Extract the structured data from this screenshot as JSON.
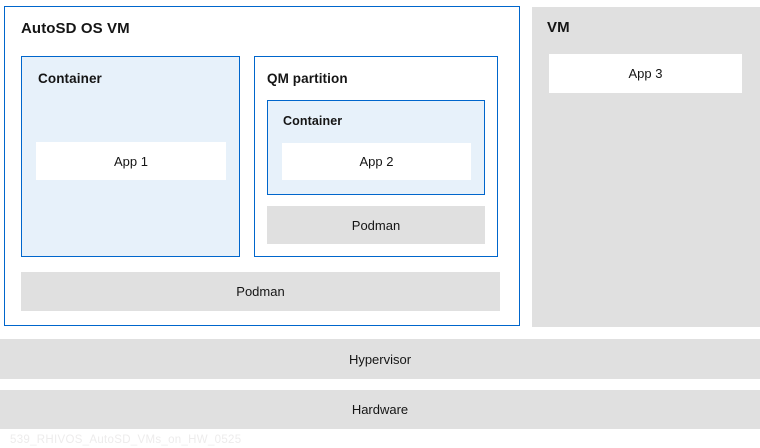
{
  "colors": {
    "border_blue": "#0066cc",
    "fill_light_blue": "#e7f1fa",
    "fill_gray": "#e0e0e0",
    "text": "#151515",
    "watermark": "#edecec"
  },
  "autosd_vm": {
    "title": "AutoSD OS VM",
    "container": {
      "title": "Container",
      "app1": "App 1"
    },
    "qm_partition": {
      "title": "QM partition",
      "container": {
        "title": "Container",
        "app2": "App 2"
      },
      "podman_label": "Podman"
    },
    "podman_label": "Podman"
  },
  "vm": {
    "title": "VM",
    "app3": "App 3"
  },
  "layers": {
    "hypervisor": "Hypervisor",
    "hardware": "Hardware"
  },
  "watermark": "539_RHIVOS_AutoSD_VMs_on_HW_0525"
}
